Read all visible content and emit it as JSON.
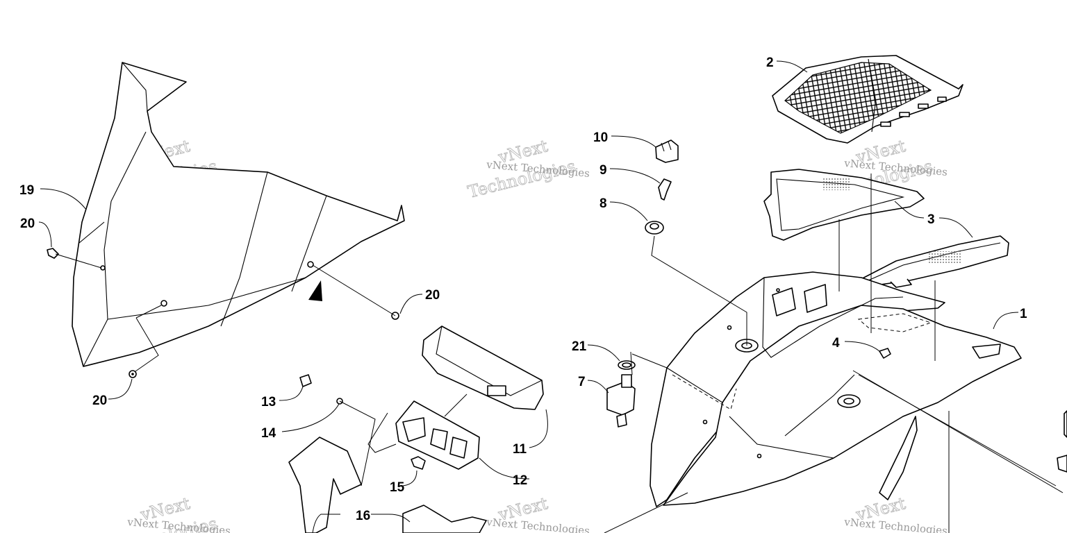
{
  "watermark": {
    "brand_line1": "vNext",
    "brand_line2": "Technologies",
    "small_text": "vNext Technologies"
  },
  "callouts": {
    "c1": "1",
    "c2": "2",
    "c3": "3",
    "c4": "4",
    "c7": "7",
    "c8": "8",
    "c9": "9",
    "c10": "10",
    "c11": "11",
    "c12": "12",
    "c13": "13",
    "c14": "14",
    "c15": "15",
    "c16": "16",
    "c19": "19",
    "c20a": "20",
    "c20b": "20",
    "c20c": "20",
    "c21": "21"
  }
}
